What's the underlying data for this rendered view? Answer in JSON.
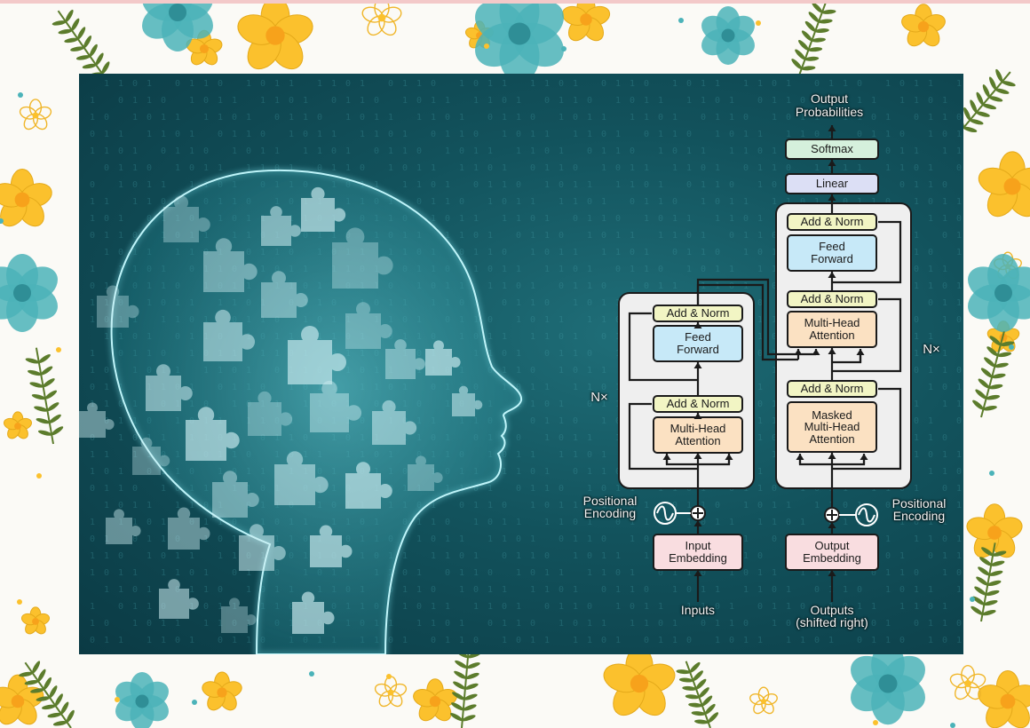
{
  "diagram": {
    "output_probabilities": "Output\nProbabilities",
    "softmax": "Softmax",
    "linear": "Linear",
    "decoder_add_norm_top": "Add & Norm",
    "decoder_feed_forward": "Feed\nForward",
    "decoder_add_norm_mid": "Add & Norm",
    "decoder_multi_head": "Multi-Head\nAttention",
    "decoder_add_norm_bottom": "Add & Norm",
    "decoder_masked": "Masked\nMulti-Head\nAttention",
    "decoder_nx": "N×",
    "encoder_add_norm_top": "Add & Norm",
    "encoder_feed_forward": "Feed\nForward",
    "encoder_add_norm_bottom": "Add & Norm",
    "encoder_multi_head": "Multi-Head\nAttention",
    "encoder_nx": "N×",
    "positional_encoding_left": "Positional\nEncoding",
    "positional_encoding_right": "Positional\nEncoding",
    "input_embedding": "Input\nEmbedding",
    "output_embedding": "Output\nEmbedding",
    "inputs": "Inputs",
    "outputs": "Outputs\n(shifted right)"
  },
  "colors": {
    "panel_bg": "#12525c",
    "head_glow": "#7fe3ee",
    "puzzle": "#cfeef2",
    "add_norm": "#f2f5c4",
    "feed_forward": "#c7e9f8",
    "attention": "#fbe1c2",
    "embedding": "#f9dde0",
    "softmax": "#d5f0dc",
    "linear": "#dcdff5",
    "block": "#efefef",
    "flower_yellow": "#fbc12d",
    "flower_teal": "#4bb3b9",
    "leaf_green": "#5c7c2c"
  }
}
